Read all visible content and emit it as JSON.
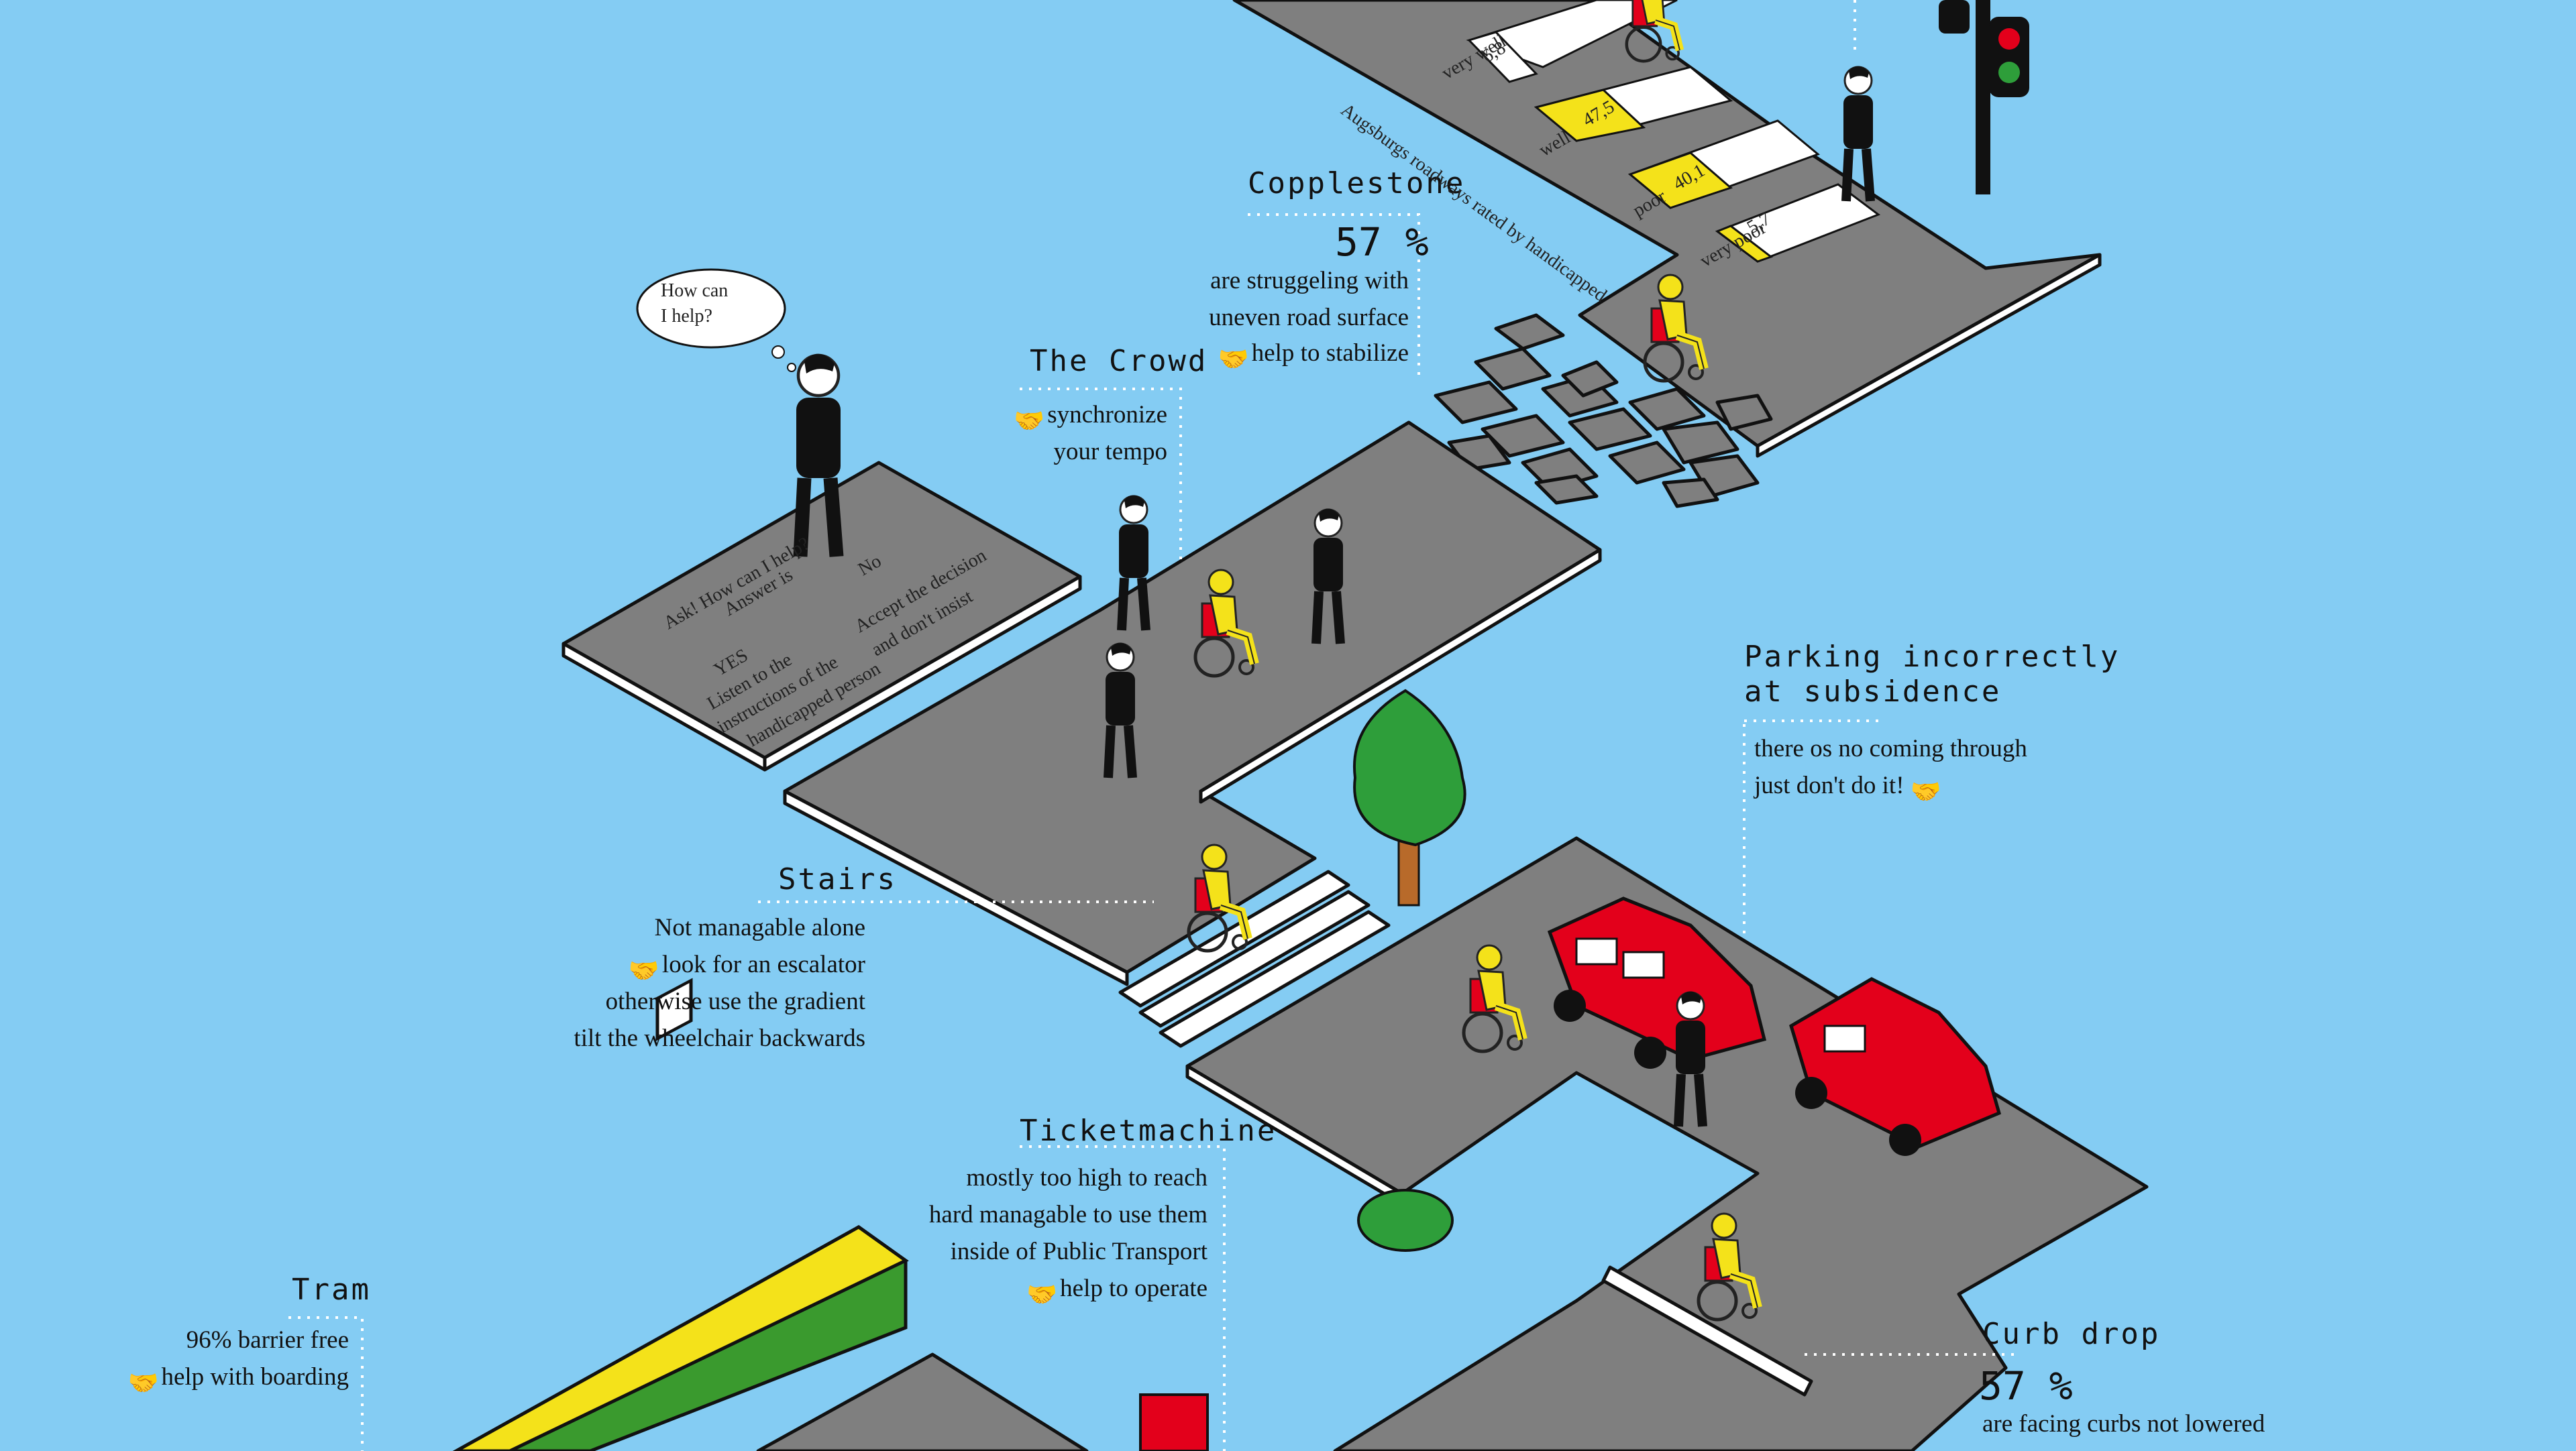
{
  "copplestone": {
    "title": "Copplestone",
    "percent": "57 %",
    "line1": "are struggeling with",
    "line2": "uneven road surface",
    "help": "help to stabilize"
  },
  "crowd": {
    "title": "The Crowd",
    "line1": "synchronize",
    "line2": "your tempo"
  },
  "help_bubble": {
    "line1": "How can",
    "line2": "I help?"
  },
  "platform_text": {
    "ask": "Ask!  How can I help?",
    "answer": "Answer is",
    "no": "No",
    "no_text1": "Accept the decision",
    "no_text2": "and don't insist",
    "yes": "YES",
    "yes_text1": "Listen to the",
    "yes_text2": "instructions of the",
    "yes_text3": "handicapped person"
  },
  "parking": {
    "title1": "Parking incorrectly",
    "title2": "at subsidence",
    "line1": "there os no coming through",
    "line2": "just don't do it!"
  },
  "stairs": {
    "title": "Stairs",
    "line1": "Not managable alone",
    "line2": "look for an escalator",
    "line3": "otherwise use the gradient",
    "line4": "tilt the wheelchair backwards"
  },
  "ticket": {
    "title": "Ticketmachine",
    "line1": "mostly too high to reach",
    "line2": "hard managable to use them",
    "line3": "inside of Public Transport",
    "line4": "help to operate"
  },
  "tram": {
    "title": "Tram",
    "line1": "96% barrier free",
    "line2": "help with boarding"
  },
  "curb": {
    "title": "Curb drop",
    "percent": "57 %",
    "line1": "are facing curbs not lowered"
  },
  "rating": {
    "caption": "Augsburgs roadways rated by handicapped",
    "bars": [
      {
        "label": "very well",
        "value": "6,8",
        "value_num": 6.8
      },
      {
        "label": "well",
        "value": "47,5",
        "value_num": 47.5
      },
      {
        "label": "poor",
        "value": "40,1",
        "value_num": 40.1
      },
      {
        "label": "very poor",
        "value": "5,7",
        "value_num": 5.7
      }
    ]
  },
  "colors": {
    "background": "#84ccf3",
    "road": "#7f7f7f",
    "accent_yellow": "#f4e21a",
    "car_red": "#e3001b",
    "tram_green": "#3a9a2e",
    "tree_green": "#2e9e3a"
  }
}
